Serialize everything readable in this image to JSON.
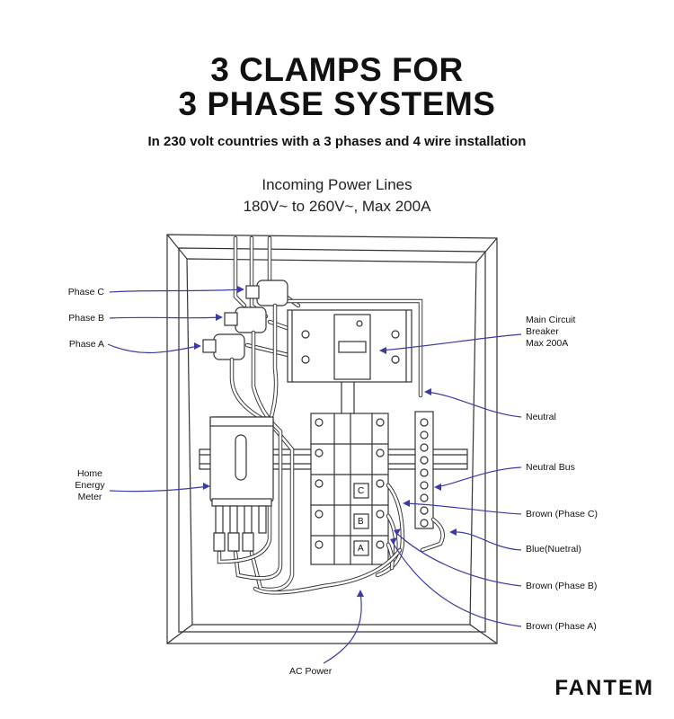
{
  "title_line1": "3 CLAMPS FOR",
  "title_line2": "3 PHASE SYSTEMS",
  "subtitle": "In 230 volt countries with a 3 phases and 4 wire installation",
  "incoming_line1": "Incoming Power Lines",
  "incoming_line2": "180V~ to 260V~, Max 200A",
  "labels": {
    "phase_c": "Phase C",
    "phase_b": "Phase B",
    "phase_a": "Phase A",
    "meter_l1": "Home",
    "meter_l2": "Energy",
    "meter_l3": "Meter",
    "mcb_l1": "Main Circuit",
    "mcb_l2": "Breaker",
    "mcb_l3": "Max 200A",
    "neutral": "Neutral",
    "neutral_bus": "Neutral Bus",
    "brown_c": "Brown (Phase C)",
    "blue_neutral": "Blue(Nuetral)",
    "brown_b": "Brown (Phase B)",
    "brown_a": "Brown (Phase A)",
    "ac_power": "AC Power"
  },
  "breaker_letters": [
    "C",
    "B",
    "A"
  ],
  "brand": "FANTEM",
  "colors": {
    "leader": "#3b3aa6",
    "line": "#333333"
  }
}
